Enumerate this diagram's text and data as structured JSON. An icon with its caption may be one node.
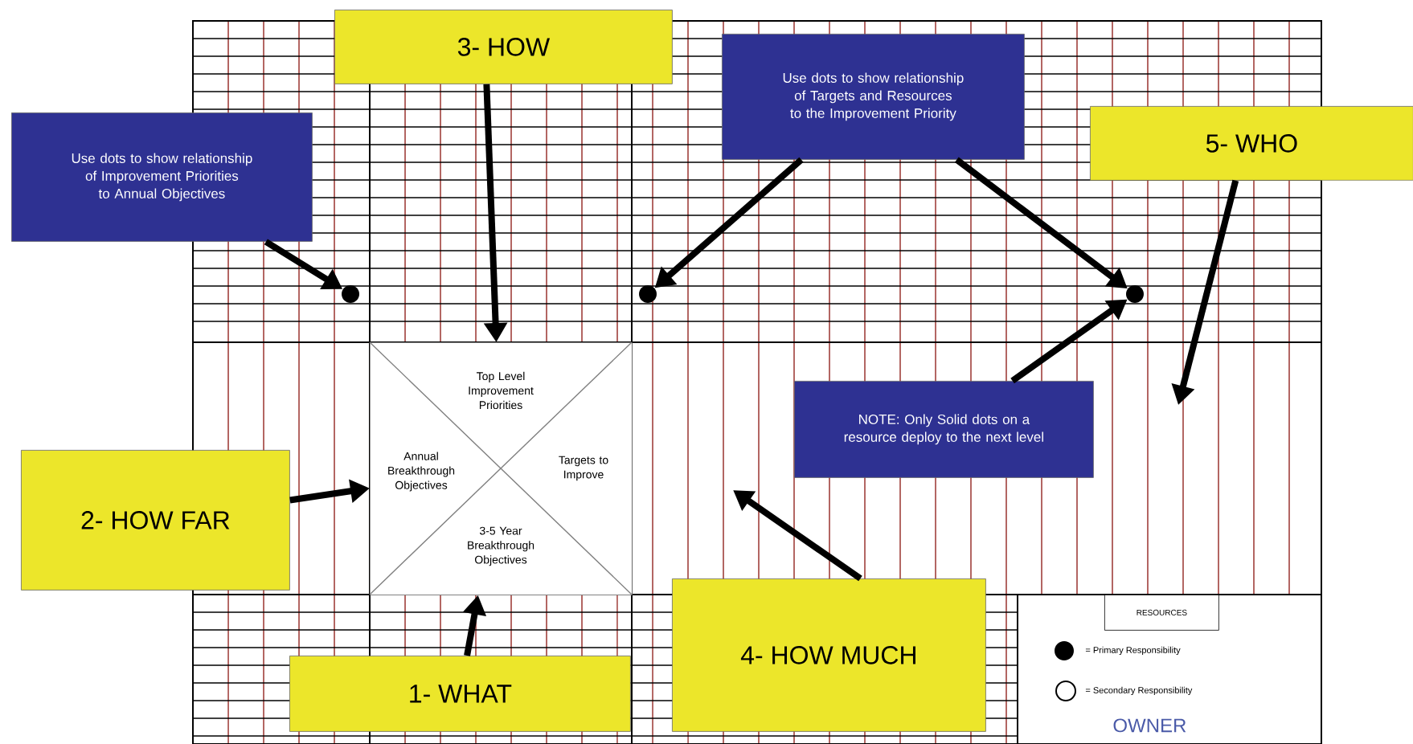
{
  "diagram": {
    "nodes": [
      {
        "text": [
          "3- HOW"
        ]
      },
      {
        "text": [
          "Use dots to show relationship of Targets and Resources to the Improvement Priority"
        ]
      },
      {
        "text": [
          "5- WHO"
        ]
      },
      {
        "text": [
          "Use dots to show relationship of Improvement Priorities to Annual Objectives"
        ]
      },
      {
        "text": [],
        "shape": "circle"
      },
      {
        "text": [],
        "shape": "circle"
      },
      {
        "text": [],
        "shape": "circle"
      },
      {
        "text": [
          "Top Level Improvement Priorities",
          "Annual Breakthrough Objectives",
          "Targets to Improve",
          "3-5 Year Breakthrough Objectives"
        ]
      },
      {
        "text": [
          "NOTE: Only Solid dots on a resource deploy to the next level"
        ]
      },
      {
        "text": [
          "2- HOW FAR"
        ]
      },
      {
        "text": [
          "4- HOW MUCH"
        ]
      },
      {
        "text": [
          "1- WHAT"
        ]
      },
      {
        "text": [
          "RESOURCES"
        ]
      }
    ],
    "edges": [
      {
        "from": 0,
        "to": 7,
        "arrow": "to"
      },
      {
        "from": 1,
        "to": 5,
        "arrow": "to"
      },
      {
        "from": 1,
        "to": 6,
        "arrow": "to"
      },
      {
        "from": 2,
        "to": null,
        "arrow": "to"
      },
      {
        "from": 3,
        "to": 4,
        "arrow": "to"
      },
      {
        "from": 8,
        "to": 6,
        "arrow": "to"
      },
      {
        "from": 9,
        "to": 7,
        "arrow": "to"
      },
      {
        "from": 10,
        "to": null,
        "arrow": "to"
      },
      {
        "from": 11,
        "to": 7,
        "arrow": "to"
      }
    ],
    "labels": [
      "OWNER"
    ],
    "legend": [
      {
        "text": "= Primary Responsibility"
      },
      {
        "text": "= Secondary Responsibility"
      }
    ]
  }
}
